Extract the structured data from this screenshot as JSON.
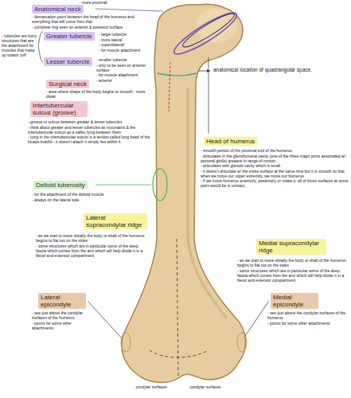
{
  "diagram": {
    "nodes": [
      {
        "text": [
          "Anatomical neck"
        ]
      },
      {
        "text": [
          "Greater tubercle"
        ]
      },
      {
        "text": [
          "Lesser tubercle"
        ]
      },
      {
        "text": [
          "Surgical neck"
        ]
      },
      {
        "text": [
          "Intertubercular sulcus (groove)"
        ]
      },
      {
        "text": [
          "Head of humerus"
        ]
      },
      {
        "text": [
          "Deltoid tuberosity"
        ]
      },
      {
        "text": [
          "Lateral supracondylar ridge"
        ]
      },
      {
        "text": [
          "Medial supracondylar ridge"
        ]
      },
      {
        "text": [
          "Lateral epicondyle"
        ]
      },
      {
        "text": [
          "Medial epicondyle"
        ]
      }
    ],
    "labels": [
      "- more proximal",
      "- demarcation point between the head of the humerus and everything that will come from that",
      "- complete ring seen on anterior & posterior surface",
      "- tubercles are bony structures that are the attachment for muscles that make up rotator cuff",
      "- larger tubercle",
      "- more lateral",
      "- superolateral",
      "- for muscle attachment",
      "- smaller tubercle",
      "- only to be seen on anterior surface",
      "- for muscle attachment",
      "- anterior",
      "- area where shape of the body begins to smooth - more distal",
      "anatomical location of quadrangular space.",
      "- groove or sulcus between greater & lesser tubercles",
      "- think about greater and lesser tubercles as mountains & the intertubercular sulcus as a valley lying between them",
      "- lying in the intertubercular sulcus is a tendon called long head of the biceps brachii - it doesn't attach it simply lies within it",
      "- smooth portion of the proximal end of the humerus",
      "- articulates in the glenohumeral cavity (one of the three major joints associated w/ pectoral girdle) greatest in range of motion",
      "- articulates with glenoid cavity which is small",
      "- it doesn't articulate w/ the entire surface at the same time but it is smooth so that when we move our upper extremity, we move our humerus",
      "- if we move humerus anteriorly, posteriorly or rotate it, all of those surfaces at some point would be in contact.",
      "- for the attachment of the deltoid muscle",
      "- always on the lateral side",
      "- as we start to move distally the body or shaft of the humerus begins to flat out on the sides",
      "- some structures which are in particular some of the deep fascia which comes from the arm which will help divide it in a flexor and extensor compartment",
      "- as we start to move distally the body or shaft of the humerus begins to flat out on the sides",
      "- some structures which are in particular some of the deep fascia which comes from the arm which will help divide it in a flexor and extensor compartment",
      "- see just above the condylar surfaces of the humerus",
      "- points for some other attachments",
      "- see just above the condylar surfaces of the humerus",
      "- points for some other attachments",
      "condylar surfaces",
      "condylar surfaces"
    ]
  }
}
